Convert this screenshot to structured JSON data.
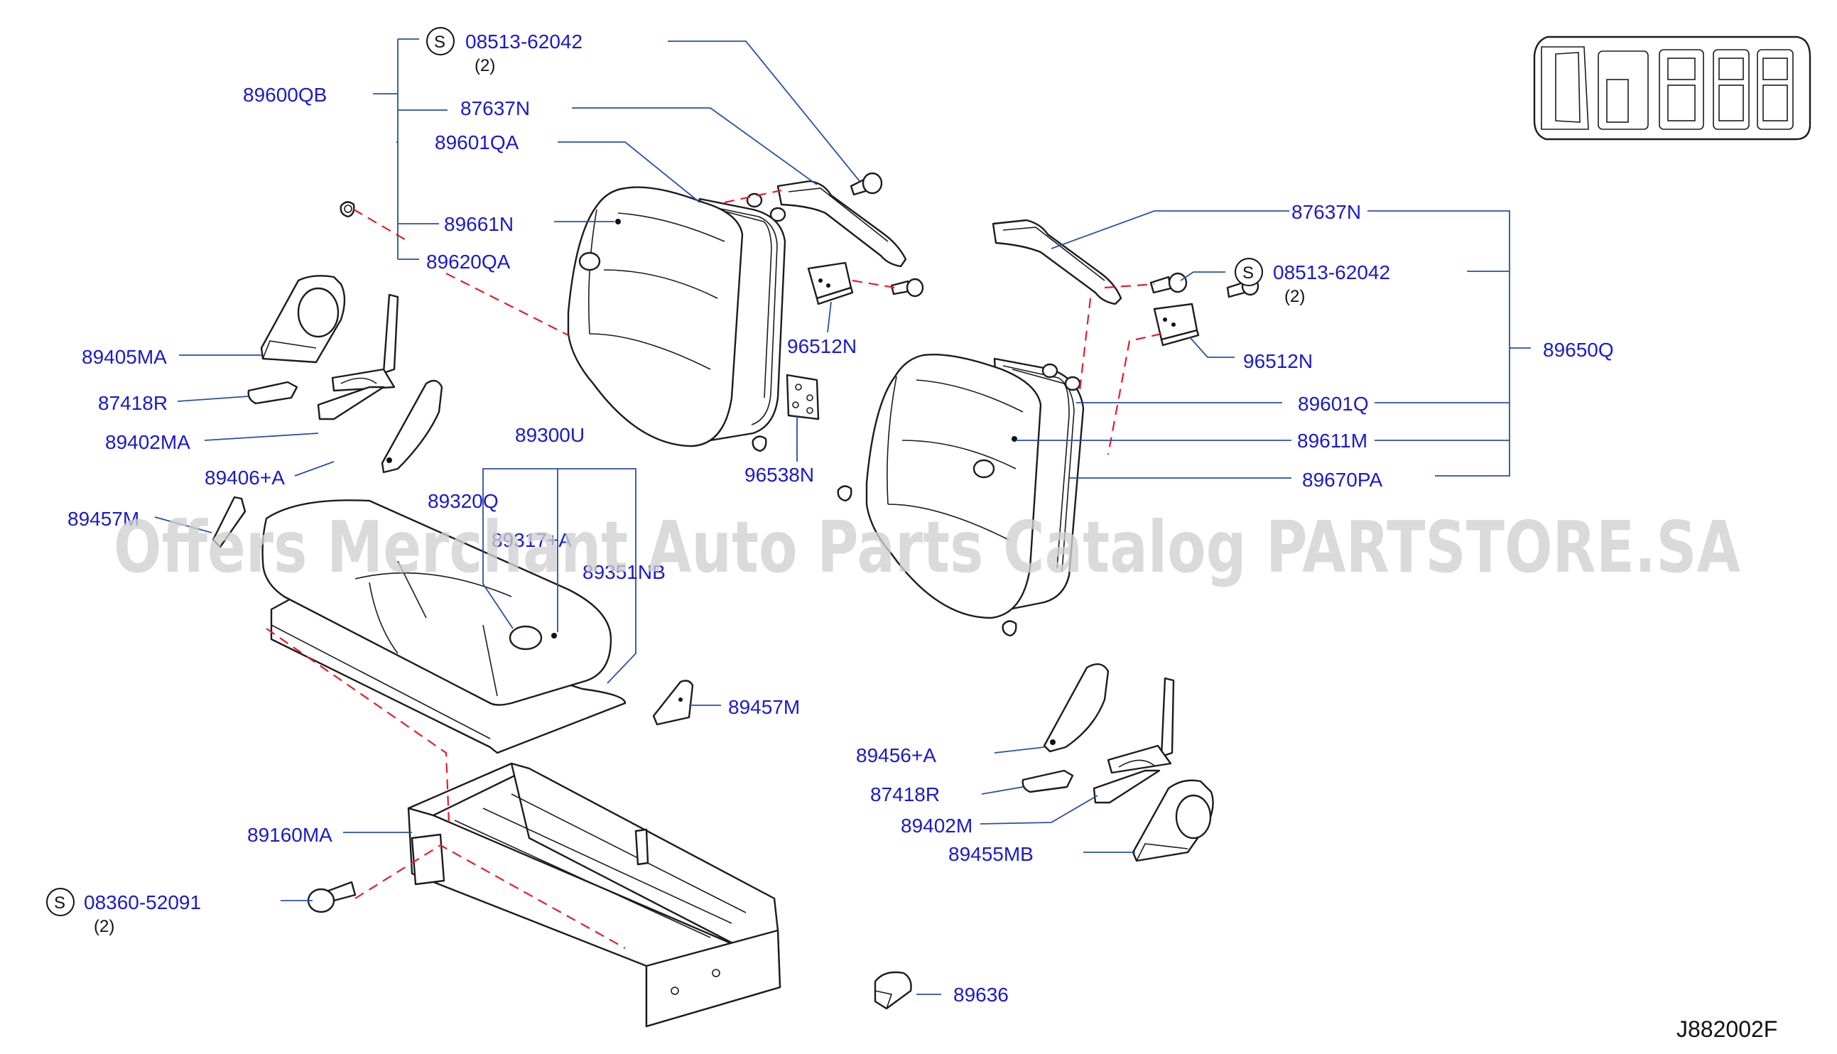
{
  "diagram": {
    "drawing_code": "J882002F",
    "watermark": "Offers Merchant Auto Parts Catalog PARTSTORE.SA",
    "standard_symbol": "S",
    "labels": {
      "p89600QB": "89600QB",
      "p08513_left": "08513-62042",
      "p08513_left_qty": "(2)",
      "p87637N_left": "87637N",
      "p89601QA": "89601QA",
      "p89661N": "89661N",
      "p89620QA": "89620QA",
      "p89405MA": "89405MA",
      "p87418R_left": "87418R",
      "p89402MA": "89402MA",
      "p89406A": "89406+A",
      "p89457M_left": "89457M",
      "p89300U": "89300U",
      "p89320Q": "89320Q",
      "p89317A": "89317+A",
      "p89351NB": "89351NB",
      "p96512N_left": "96512N",
      "p96538N": "96538N",
      "p87637N_right": "87637N",
      "p08513_right": "08513-62042",
      "p08513_right_qty": "(2)",
      "p96512N_right": "96512N",
      "p89650Q": "89650Q",
      "p89601Q": "89601Q",
      "p89611M": "89611M",
      "p89670PA": "89670PA",
      "p89457M_right": "89457M",
      "p89456A": "89456+A",
      "p87418R_right": "87418R",
      "p89402M": "89402M",
      "p89455MB": "89455MB",
      "p89160MA": "89160MA",
      "p08360": "08360-52091",
      "p08360_qty": "(2)",
      "p89636": "89636"
    }
  }
}
